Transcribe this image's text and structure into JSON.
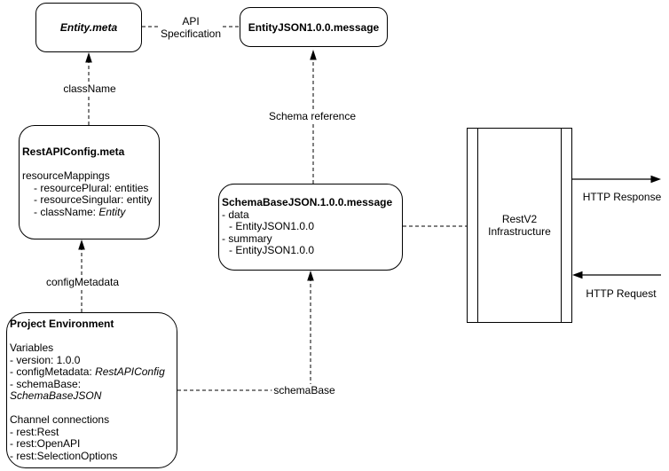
{
  "canvas": {
    "background": "#ffffff",
    "stroke": "#000000"
  },
  "nodes": {
    "entity_meta": {
      "title": "Entity.meta"
    },
    "entity_json": {
      "title": "EntityJSON1.0.0.message"
    },
    "rest_api_config": {
      "title": "RestAPIConfig.meta",
      "group": "resourceMappings",
      "item1": "- resourcePlural: entities",
      "item2": "- resourceSingular: entity",
      "item3_prefix": "- className: ",
      "item3_italic": "Entity"
    },
    "schema_base": {
      "title": "SchemaBaseJSON.1.0.0.message",
      "line1": "- data",
      "line2": "- EntityJSON1.0.0",
      "line3": "- summary",
      "line4": "- EntityJSON1.0.0"
    },
    "project_environment": {
      "title": "Project Environment",
      "vars_header": "Variables",
      "var1": "- version: 1.0.0",
      "var2_prefix": "- configMetadata: ",
      "var2_italic": "RestAPIConfig",
      "var3_prefix": "- schemaBase: ",
      "var3_italic": "SchemaBaseJSON",
      "channels_header": "Channel connections",
      "channel1": "- rest:Rest",
      "channel2": "- rest:OpenAPI",
      "channel3": "- rest:SelectionOptions"
    },
    "restv2": {
      "line1": "RestV2",
      "line2": "Infrastructure"
    }
  },
  "edges": {
    "api_specification": {
      "label_line1": "API",
      "label_line2": "Specification"
    },
    "class_name": {
      "label": "className"
    },
    "schema_reference": {
      "label": "Schema reference"
    },
    "config_metadata": {
      "label": "configMetadata"
    },
    "schema_base": {
      "label": "schemaBase"
    },
    "http_response": {
      "label": "HTTP Response"
    },
    "http_request": {
      "label": "HTTP Request"
    }
  }
}
